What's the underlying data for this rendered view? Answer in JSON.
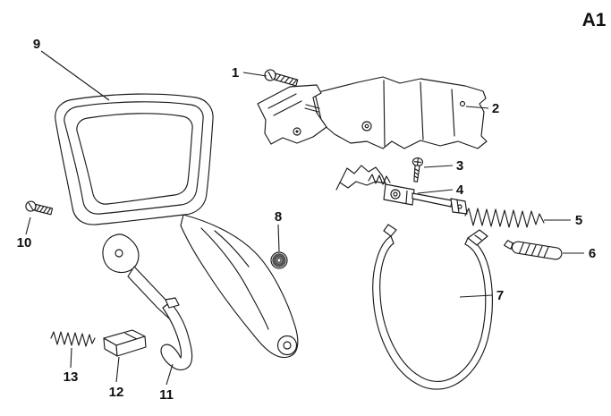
{
  "title": "A1",
  "callouts": [
    {
      "label": "1"
    },
    {
      "label": "2"
    },
    {
      "label": "3"
    },
    {
      "label": "4"
    },
    {
      "label": "5"
    },
    {
      "label": "6"
    },
    {
      "label": "7"
    },
    {
      "label": "8"
    },
    {
      "label": "9"
    },
    {
      "label": "10"
    },
    {
      "label": "11"
    },
    {
      "label": "12"
    },
    {
      "label": "13"
    }
  ],
  "colors": {
    "line": "#1a1a1a",
    "background": "#ffffff",
    "label": "#111111"
  }
}
